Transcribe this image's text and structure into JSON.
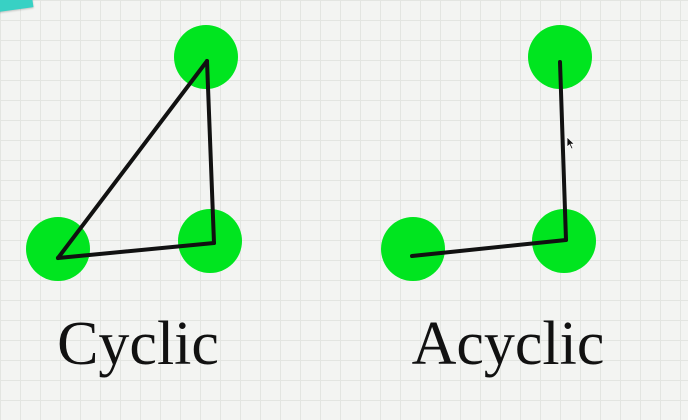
{
  "graphs": [
    {
      "label": "Cyclic",
      "node_color": "#00e51f",
      "edge_color": "#111111",
      "nodes": [
        "top",
        "left",
        "right"
      ],
      "edges": [
        [
          "left",
          "top"
        ],
        [
          "top",
          "right"
        ],
        [
          "right",
          "left"
        ]
      ]
    },
    {
      "label": "Acyclic",
      "node_color": "#00e51f",
      "edge_color": "#111111",
      "nodes": [
        "top",
        "left",
        "right"
      ],
      "edges": [
        [
          "top",
          "right"
        ],
        [
          "right",
          "left"
        ]
      ]
    }
  ]
}
